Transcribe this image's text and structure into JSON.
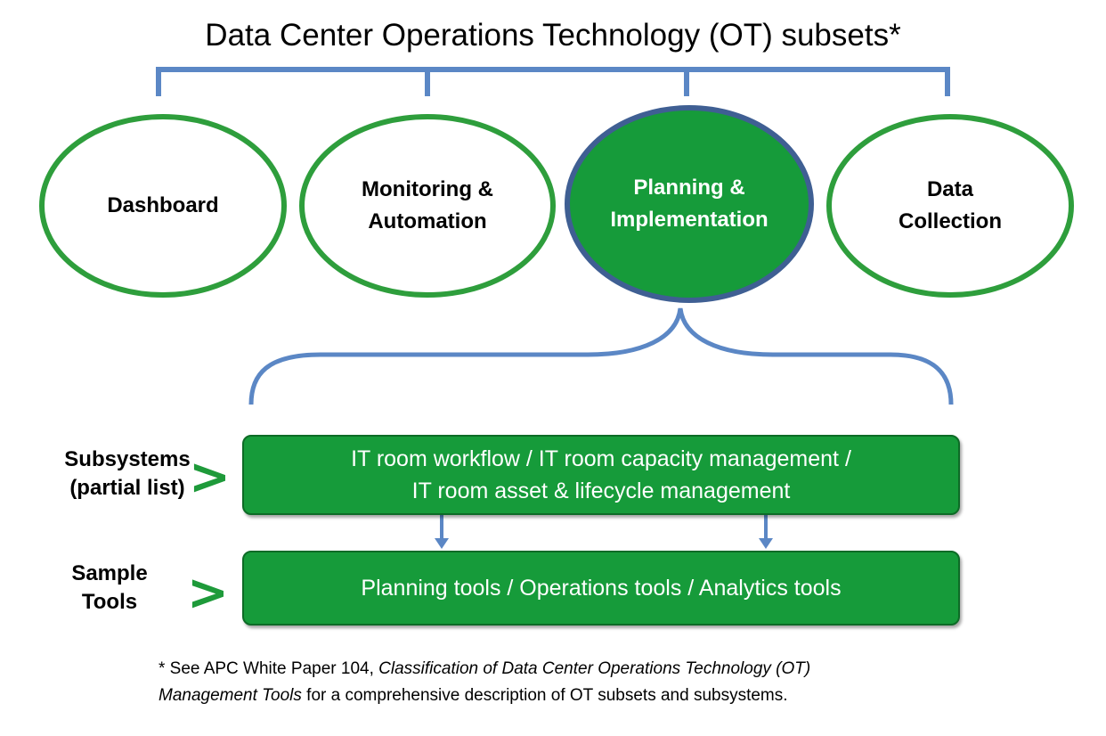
{
  "title": "Data Center Operations Technology (OT) subsets*",
  "subsets": [
    {
      "line1": "Dashboard",
      "line2": ""
    },
    {
      "line1": "Monitoring &",
      "line2": "Automation"
    },
    {
      "line1": "Planning &",
      "line2": "Implementation"
    },
    {
      "line1": "Data",
      "line2": "Collection"
    }
  ],
  "highlighted_subset": 2,
  "rows": {
    "subsystems_label_1": "Subsystems",
    "subsystems_label_2": "(partial list)",
    "tools_label_1": "Sample",
    "tools_label_2": "Tools",
    "arrow_glyph": ">"
  },
  "subsystems_box": {
    "line1": "IT room workflow / IT  room capacity management /",
    "line2": "IT room asset & lifecycle management"
  },
  "tools_box": {
    "line1": "Planning tools / Operations tools / Analytics tools"
  },
  "footnote": {
    "part1": "* See APC White Paper 104, ",
    "italic1": "Classification of Data Center Operations Technology (OT)",
    "italic2": "Management Tools",
    "part2": " for a comprehensive description of OT subsets and subsystems."
  },
  "colors": {
    "green": "#169b3a",
    "oval_green": "#2e9e3c",
    "bracket_blue": "#5b87c5",
    "dark_blue": "#3f5f93"
  }
}
